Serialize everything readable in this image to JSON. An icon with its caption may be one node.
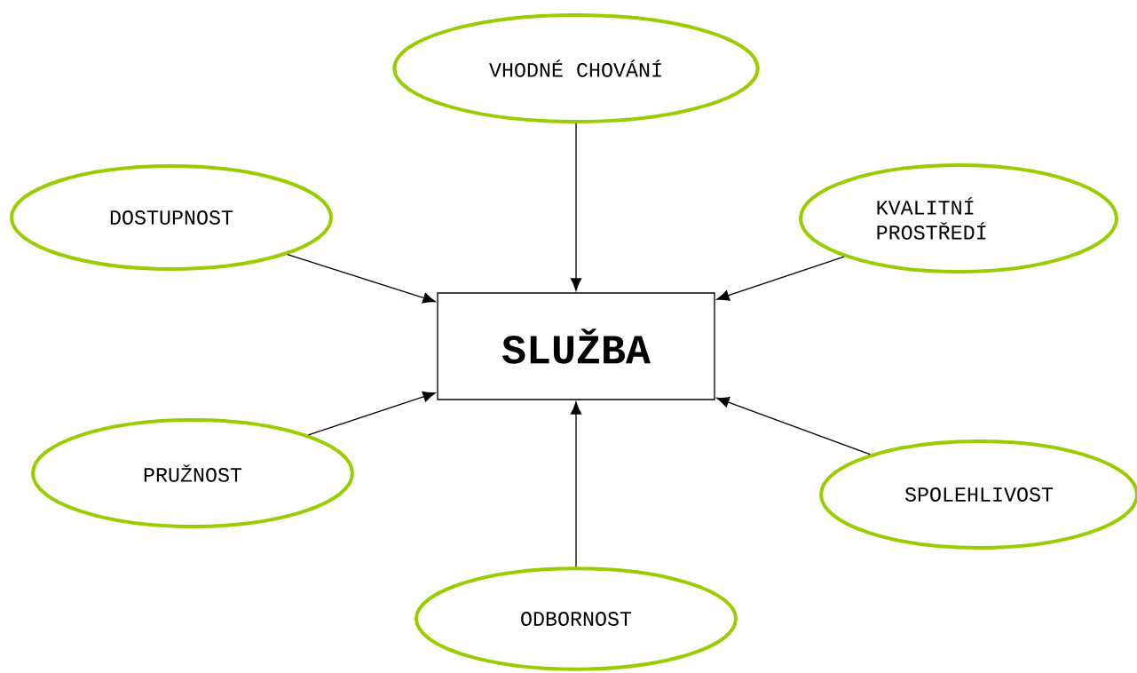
{
  "diagram": {
    "nodes": [
      {
        "text": [
          "SLUŽBA"
        ]
      },
      {
        "text": [
          "VHODNÉ CHOVÁNÍ"
        ]
      },
      {
        "text": [
          "DOSTUPNOST"
        ]
      },
      {
        "text": [
          "KVALITNÍ PROSTŘEDÍ"
        ]
      },
      {
        "text": [
          "PRUŽNOST"
        ]
      },
      {
        "text": [
          "SPOLEHLIVOST"
        ]
      },
      {
        "text": [
          "ODBORNOST"
        ]
      }
    ],
    "edges": [
      {
        "from": 1,
        "to": 0,
        "arrow": "to"
      },
      {
        "from": 2,
        "to": 0,
        "arrow": "to"
      },
      {
        "from": 3,
        "to": 0,
        "arrow": "to"
      },
      {
        "from": 4,
        "to": 0,
        "arrow": "to"
      },
      {
        "from": 5,
        "to": 0,
        "arrow": "to"
      },
      {
        "from": 6,
        "to": 0,
        "arrow": "to"
      }
    ]
  }
}
